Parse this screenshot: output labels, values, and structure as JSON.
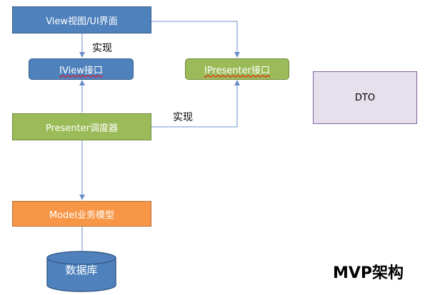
{
  "nodes": {
    "view": "View视图/UI界面",
    "iview": "IView接口",
    "ipresenter": "IPresenter接口",
    "dto": "DTO",
    "presenter": "Presenter调度器",
    "model": "Model业务模型",
    "database": "数据库"
  },
  "labels": {
    "implements_1": "实现",
    "implements_2": "实现"
  },
  "title": "MVP架构",
  "colors": {
    "blue": "#4f81bd",
    "green": "#9bbb59",
    "orange": "#f79646",
    "purple_fill": "#e6e0ec",
    "purple_border": "#8064a2",
    "connector": "#6a8fc7"
  }
}
